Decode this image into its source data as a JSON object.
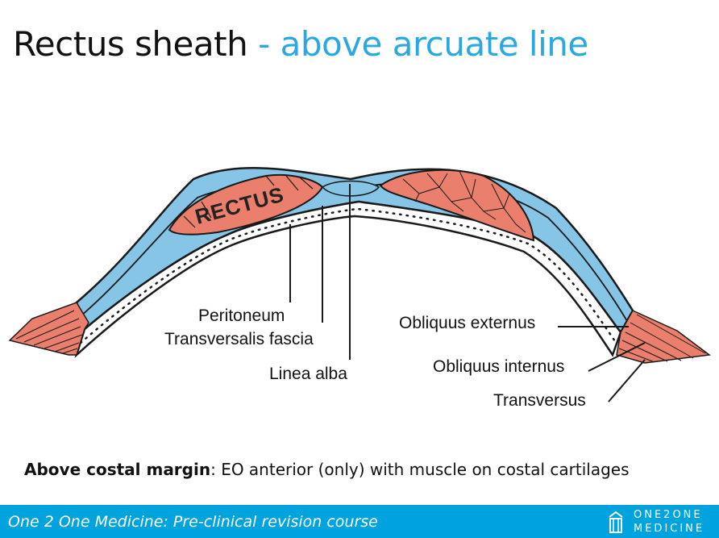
{
  "title": {
    "main": "Rectus sheath",
    "sub": "- above arcuate line"
  },
  "diagram": {
    "rectus_label": "RECTUS",
    "labels": {
      "peritoneum": "Peritoneum",
      "transversalis_fascia": "Transversalis fascia",
      "linea_alba": "Linea alba",
      "obliquus_externus": "Obliquus externus",
      "obliquus_internus": "Obliquus internus",
      "transversus": "Transversus"
    },
    "colors": {
      "sheath": "#86c5e6",
      "muscle": "#e97f6c",
      "outline": "#1a1a1a"
    }
  },
  "caption": {
    "bold": "Above costal margin",
    "rest": ": EO anterior (only) with muscle on costal cartilages"
  },
  "footer": {
    "text": "One 2 One Medicine: Pre-clinical revision course",
    "logo_line1": "ONE2ONE",
    "logo_line2": "MEDICINE",
    "color": "#00a3dd"
  }
}
